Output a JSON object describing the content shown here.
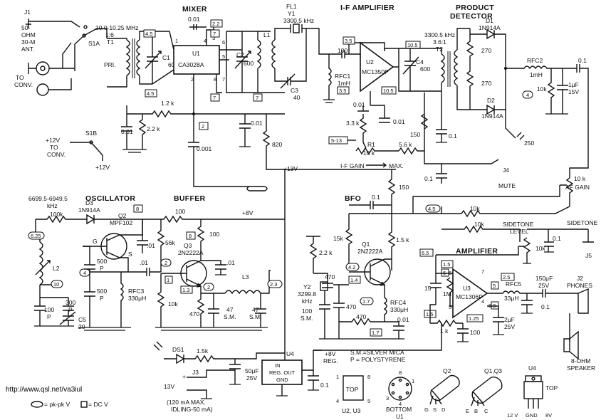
{
  "headers": {
    "mixer": "MIXER",
    "if_amp": "I-F AMPLIFIER",
    "product_detector": [
      "PRODUCT",
      "DETECTOR"
    ],
    "oscillator": "OSCILLATOR",
    "buffer": "BUFFER",
    "bfo": "BFO",
    "amplifier": "AMPLIFIER"
  },
  "labels": {
    "j1": "J1",
    "ant": [
      "50-",
      "OHM",
      "30-M",
      "ANT."
    ],
    "s1a": "S1A",
    "to_conv": [
      "TO",
      "CONV."
    ],
    "t1": [
      "10.0-10.25 MHz",
      "1:6",
      "T1"
    ],
    "pri": "PRI.",
    "c1": [
      "C1",
      "600"
    ],
    "u1": [
      "U1",
      "CA3028A"
    ],
    "c001a": "0.01",
    "l1": "L1",
    "c2": [
      "C2",
      "600"
    ],
    "fl1": [
      "FL1",
      "Y1",
      "3300.5 kHz"
    ],
    "c3": [
      "C3",
      "40"
    ],
    "c100": "100",
    "rfc1": [
      "RFC1",
      "1mH"
    ],
    "u2": [
      "U2",
      "MC1350P"
    ],
    "c4": [
      "C4",
      "600"
    ],
    "t2": [
      "3300.5 kHz",
      "3.6:1",
      "T2"
    ],
    "d1": [
      "D1",
      "1N914A"
    ],
    "d2": [
      "D2",
      "1N914A"
    ],
    "r270a": "270",
    "r270b": "270",
    "rfc2": [
      "RFC2",
      "1mH"
    ],
    "c01a": "0.1",
    "r10ka": "10k",
    "c1uf": [
      "1μF",
      "15V"
    ],
    "r12k": "1.2 k",
    "r22k": "2.2 k",
    "c001b": "0.01",
    "c001c": "0.01",
    "c0001": "0.001",
    "s1b": "S1B",
    "plus12": [
      "+12V",
      "TO",
      "CONV."
    ],
    "plus12b": "+12V",
    "r820": "820",
    "r33k": "3.3 k",
    "c001d": "0.01",
    "c001e": "0.01",
    "r150a": "150",
    "c01b": "0.1",
    "r1": [
      "R1",
      "10 k"
    ],
    "r56k": "5.6 k",
    "c250": "250",
    "ifgain": "I-F GAIN",
    "max": "MAX.",
    "plus13": "+13V",
    "j4": "J4",
    "mute": "MUTE",
    "c01c": "0.1",
    "afgain": [
      "10 k",
      "AF GAIN"
    ],
    "osc_freq": [
      "6699.5-6949.5",
      "kHz"
    ],
    "r100k": "100k",
    "d3": [
      "D3",
      "1N914A"
    ],
    "q2": [
      "Q2",
      "MPF102"
    ],
    "g": "G",
    "s": "S",
    "l2": "L2",
    "c500a": [
      "500",
      "P"
    ],
    "c500b": [
      "500",
      "P"
    ],
    "rfc3": [
      "RFC3",
      "330μH"
    ],
    "c100p": [
      "100",
      "P"
    ],
    "c300p": [
      "300",
      "P"
    ],
    "c5": [
      "C5",
      "20"
    ],
    "r100a": "100",
    "r100b": "100",
    "plus8": "+8V",
    "r56kb": "56k",
    "q3": [
      "Q3",
      "2N2222A"
    ],
    "c01d": ".01",
    "c01e": ".01",
    "c01f": ".01",
    "l3": "L3",
    "r10kb": "10k",
    "r470a": "470",
    "c47a": [
      "47",
      "S.M."
    ],
    "c47b": [
      "47",
      "S.M."
    ],
    "c01g": "0.1",
    "r150b": "150",
    "r15k": "15k",
    "r15kb": "1.5 k",
    "q1": [
      "Q1",
      "2N2222A"
    ],
    "r22kb": "2.2 k",
    "c470a": "470",
    "c470b": "470",
    "y2": [
      "Y2",
      "3299.8",
      "kHz"
    ],
    "c100sm": [
      "100",
      "S.M."
    ],
    "rfc4": [
      "RFC4",
      "330μH"
    ],
    "r470b": "470",
    "c001f": "0.01",
    "r10kc": "10k",
    "r10kd": "10k",
    "sidetone_level": [
      "SIDETONE",
      "LEVEL"
    ],
    "sidetone": "SIDETONE",
    "r10ke": "10k",
    "c01h": "0.1",
    "j5": "J5",
    "c15": "15",
    "r1m": "1M",
    "u3": [
      "U3",
      "MC1306P"
    ],
    "rfc5": [
      "RFC5",
      "33μH"
    ],
    "c150uf": [
      "150μF",
      "25V"
    ],
    "j2": [
      "J2",
      "PHONES"
    ],
    "c01i": "0.1",
    "r1k": "1 k",
    "c100b": "100",
    "c2uf": [
      "2μF",
      "25V"
    ],
    "speaker": [
      "8-OHM",
      "SPEAKER"
    ],
    "ds1": "DS1",
    "r15kc": "1.5k",
    "j3": "J3",
    "plus13b": "13V",
    "c50uf": [
      "50μF",
      "25V"
    ],
    "u4": [
      "U4",
      "IN",
      "REG. OUT",
      "GND"
    ],
    "plus8reg": [
      "+8V",
      "REG."
    ],
    "c01j": "0.1",
    "legend_sm": "S.M.=SILVER MICA",
    "legend_p": "P = POLYSTYRENE",
    "pkg_top": "TOP",
    "pkg_u23": "U2, U3",
    "pkg_bottom": [
      "BOTTOM",
      "U1"
    ],
    "pkg_q2": "Q2",
    "pkg_q13": "Q1,Q3",
    "pkg_gsd": [
      "G",
      "S",
      "D"
    ],
    "pkg_ebc": [
      "E",
      "B",
      "C"
    ],
    "pkg_u4": "U4",
    "pkg_u4top": "TOP",
    "pkg_u4pins": [
      "12 V",
      "GND",
      "8V"
    ],
    "current": [
      "(120 mA MAX.",
      "IDLING-50 mA)"
    ],
    "legend_pkpk": "= pk-pk V",
    "legend_dc": "= DC V",
    "url": "http://www.qsl.net/va3iul"
  },
  "voltages": {
    "v45a": "4.5",
    "v45b": "4.5",
    "v22": "2.2",
    "v7a": "7",
    "v7b": "7",
    "v7c": "7",
    "v2a": "2",
    "v35a": "3.5",
    "v35b": "3.5",
    "v105a": "10.5",
    "v105b": "10.5",
    "v4a": "4",
    "v513": "5-13",
    "v8a": "8",
    "v625": "6.25",
    "v8b": "8",
    "v4b": "4",
    "v10": "10",
    "v2b": "2",
    "v1": "1",
    "v13": "1.3",
    "v2c": "2",
    "v23": "2.3",
    "v45c": "4.5",
    "v65": "6.5",
    "v42": "4.2",
    "v14": "1.4",
    "v17a": "1.7",
    "v17b": "1.7",
    "v15a": "1.5",
    "v6": "6",
    "v15b": "1.5",
    "v25": "2.5",
    "v5": "5",
    "v8c": "8",
    "v125": "1.25"
  }
}
